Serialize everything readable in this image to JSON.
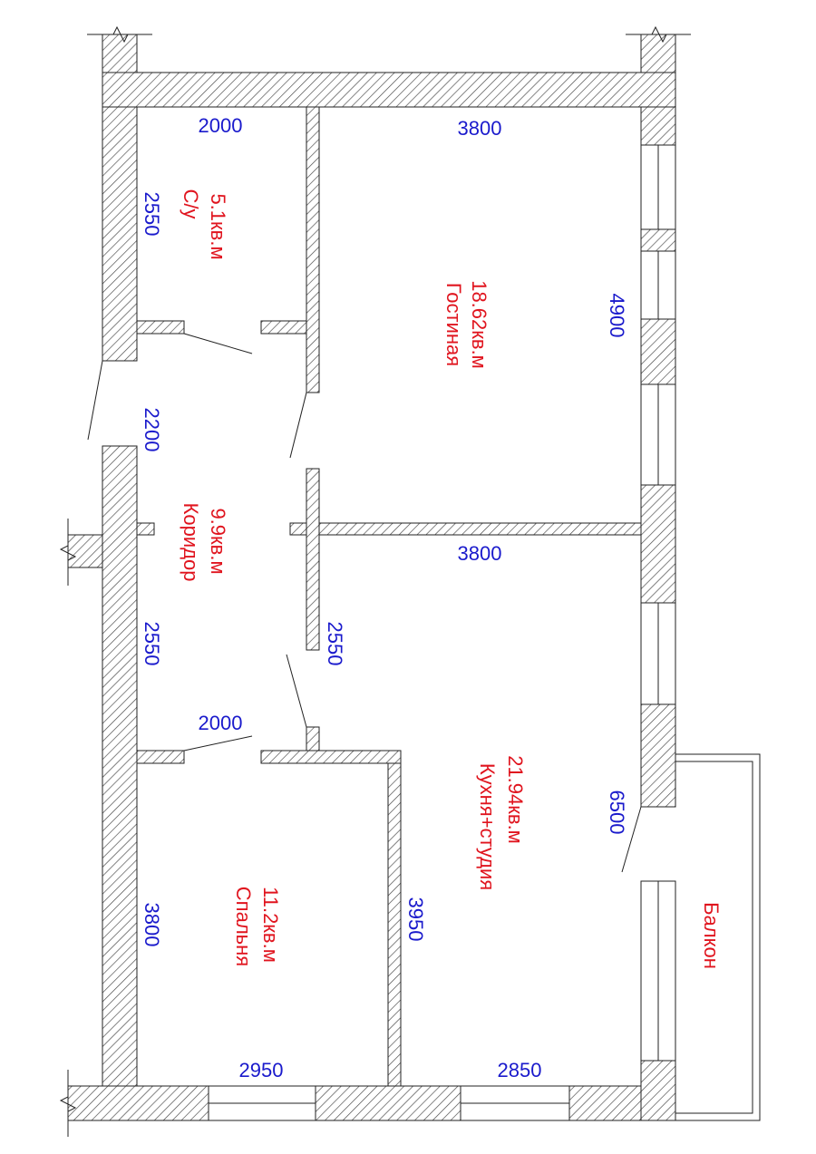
{
  "plan": {
    "colors": {
      "dimension": "#1a1acc",
      "room_label": "#e0141e",
      "wall_hatch": "#444444",
      "outline": "#222222"
    },
    "rooms": {
      "bathroom": {
        "area": "5.1кв.м",
        "name": "С/у"
      },
      "living": {
        "area": "18.62кв.м",
        "name": "Гостиная"
      },
      "corridor": {
        "area": "9.9кв.м",
        "name": "Коридор"
      },
      "kitchen": {
        "area": "21.94кв.м",
        "name": "Кухня+студия"
      },
      "bedroom": {
        "area": "11.2кв.м",
        "name": "Спальня"
      },
      "balcony": {
        "name": "Балкон"
      }
    },
    "dimensions": {
      "bath_width": "2000",
      "bath_length": "2550",
      "living_top": "3800",
      "living_side": "4900",
      "corridor_width": "2200",
      "partition": "3800",
      "corridor_lower": "2550",
      "partition_short": "2550",
      "corridor_bottom": "2000",
      "kitchen_side": "6500",
      "bedroom_length": "3800",
      "bedroom_inner": "3950",
      "bedroom_width": "2950",
      "kitchen_width": "2850"
    }
  }
}
